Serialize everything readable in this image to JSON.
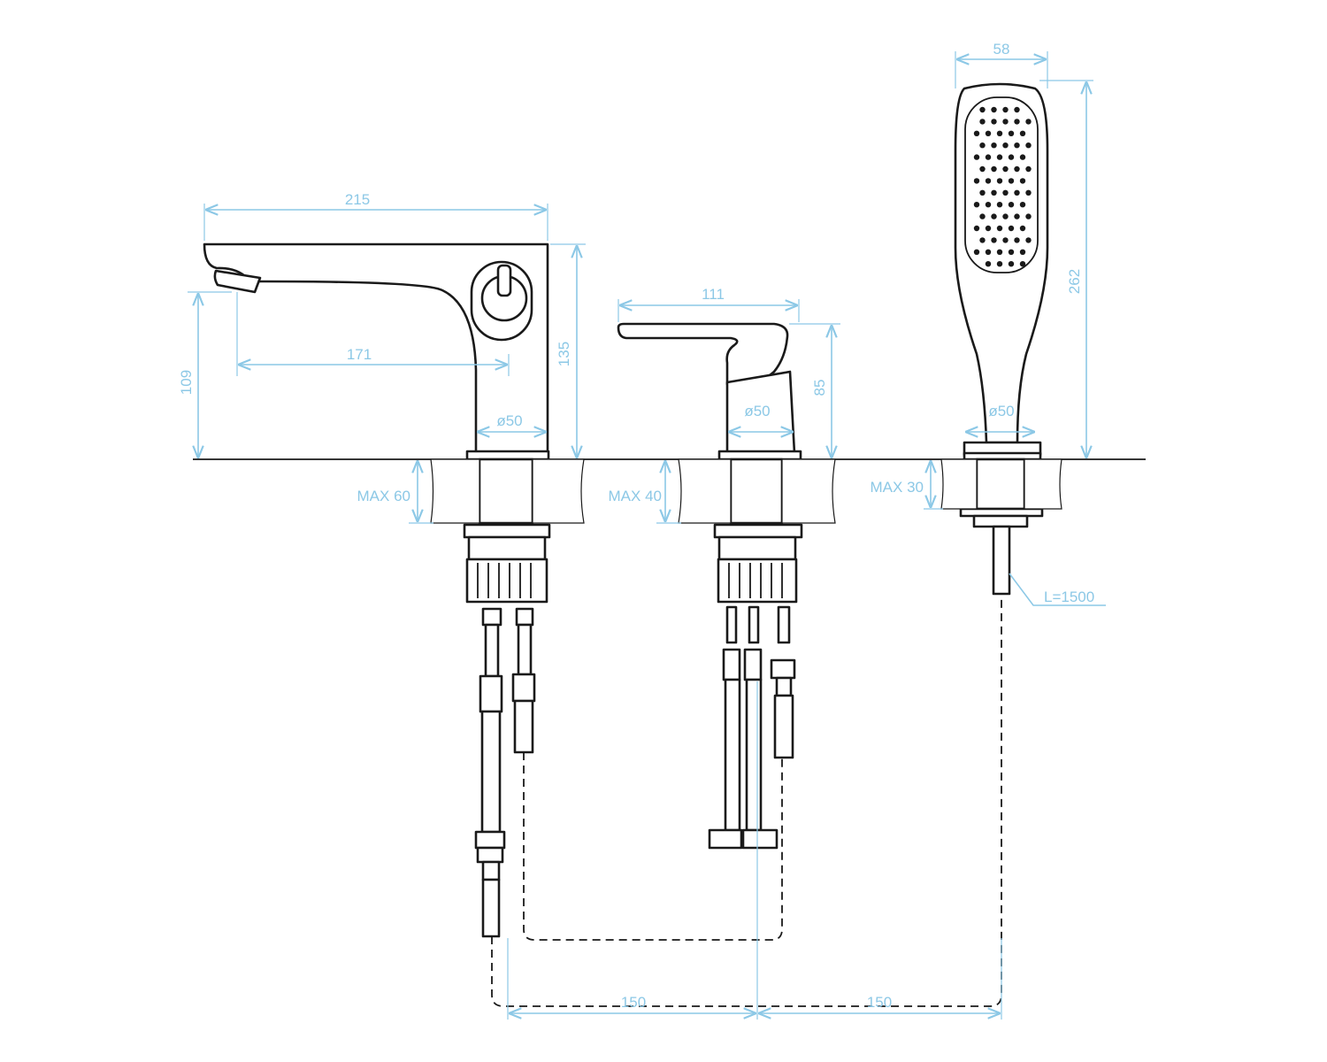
{
  "dimensions": {
    "spout_length": "215",
    "spout_reach": "171",
    "spout_outlet_height": "109",
    "spout_height": "135",
    "spout_base_dia": "ø50",
    "mixer_length": "111",
    "mixer_height": "85",
    "mixer_base_dia": "ø50",
    "shower_width": "58",
    "shower_height": "262",
    "shower_base_dia": "ø50",
    "deck_max_spout": "MAX 60",
    "deck_max_mixer": "MAX 40",
    "deck_max_shower": "MAX 30",
    "hose_length": "L=1500",
    "spacing_left": "150",
    "spacing_right": "150"
  },
  "colors": {
    "dimension": "#8cc8e6",
    "outline": "#1a1a1a",
    "background": "#ffffff"
  }
}
